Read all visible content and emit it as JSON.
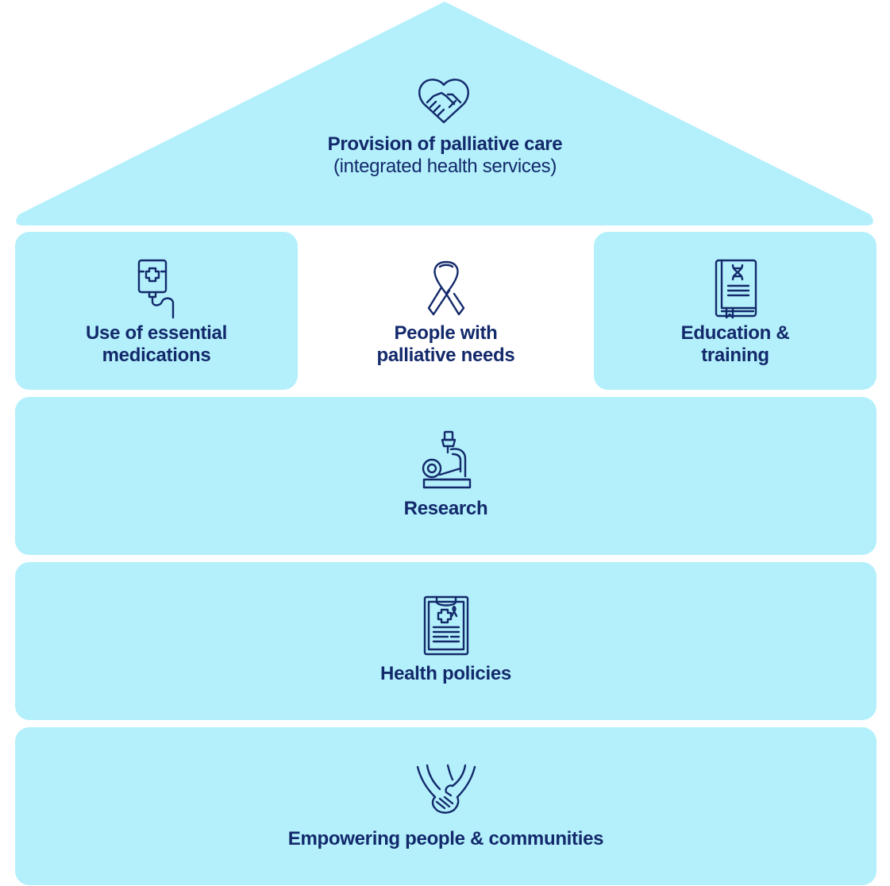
{
  "colors": {
    "fill": "#b3f0fb",
    "text": "#13296b",
    "background": "#ffffff"
  },
  "roof": {
    "icon": "heart-handshake-icon",
    "title": "Provision of palliative care",
    "subtitle": "(integrated health services)"
  },
  "pillars": {
    "left": {
      "icon": "iv-drip-icon",
      "line1": "Use of essential",
      "line2": "medications"
    },
    "center": {
      "icon": "awareness-ribbon-icon",
      "line1": "People with",
      "line2": "palliative needs"
    },
    "right": {
      "icon": "dna-book-icon",
      "line1": "Education &",
      "line2": "training"
    }
  },
  "floors": [
    {
      "icon": "microscope-icon",
      "label": "Research"
    },
    {
      "icon": "clipboard-medical-icon",
      "label": "Health policies"
    },
    {
      "icon": "holding-hands-icon",
      "label": "Empowering people & communities"
    }
  ]
}
